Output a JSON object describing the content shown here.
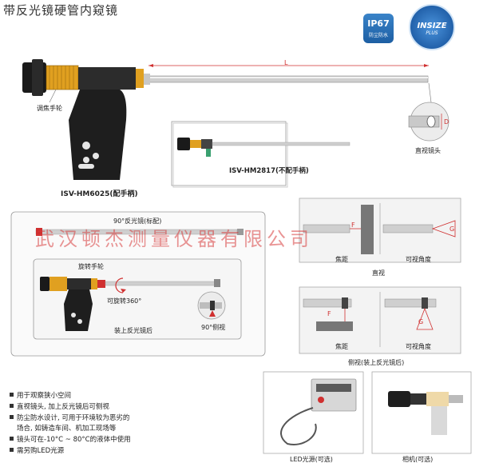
{
  "title": "带反光镜硬管内窥镜",
  "badge_ip67": {
    "big": "IP67",
    "small": "防尘防水"
  },
  "brand": {
    "name": "INSIZE",
    "sub": "PLUS"
  },
  "labels": {
    "L": "L",
    "D": "D",
    "focus_wheel": "调焦手轮",
    "straight_head": "直视镜头",
    "model_with_handle": "ISV-HM6025(配手柄)",
    "model_without_handle": "ISV-HM2817(不配手柄)",
    "mirror_standard": "90°反光镜(标配)",
    "rotate_wheel": "旋转手轮",
    "rotatable": "可旋转360°",
    "after_mirror": "装上反光镜后",
    "side_view_90": "90°侧视",
    "F": "F",
    "G": "G",
    "focal": "焦距",
    "view_angle": "可视角度",
    "direct_view": "直视",
    "side_view_caption": "侧视(装上反光镜后)",
    "led_caption": "LED光源(可选)",
    "camera_caption": "相机(可选)"
  },
  "watermark": "武汉顿杰测量仪器有限公司",
  "features": [
    "用于观察狭小空间",
    "直视镜头, 加上反光镜后可侧视",
    "防尘防水设计, 可用于环境较为恶劣的",
    "场合, 如铸造车间、机加工现场等",
    "镜头可在-10°C ~ 80°C的液体中使用",
    "需另购LED光源"
  ],
  "colors": {
    "gold": "#e0a020",
    "red": "#d03030",
    "blue": "#1d5fa3",
    "watermark": "#d73c3c"
  }
}
